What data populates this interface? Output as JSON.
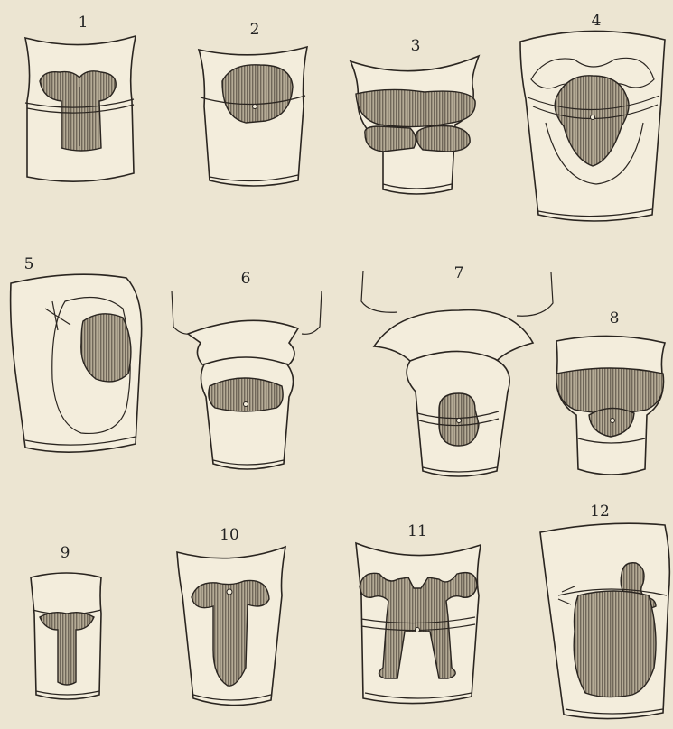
{
  "figures": [
    {
      "id": "1",
      "label": "1"
    },
    {
      "id": "2",
      "label": "2"
    },
    {
      "id": "3",
      "label": "3"
    },
    {
      "id": "4",
      "label": "4"
    },
    {
      "id": "5",
      "label": "5"
    },
    {
      "id": "6",
      "label": "6"
    },
    {
      "id": "7",
      "label": "7"
    },
    {
      "id": "8",
      "label": "8"
    },
    {
      "id": "9",
      "label": "9"
    },
    {
      "id": "10",
      "label": "10"
    },
    {
      "id": "11",
      "label": "11"
    },
    {
      "id": "12",
      "label": "12"
    }
  ],
  "colors": {
    "paper": "#ece5d2",
    "ink": "#2a2520",
    "shading": "#8a8070"
  }
}
